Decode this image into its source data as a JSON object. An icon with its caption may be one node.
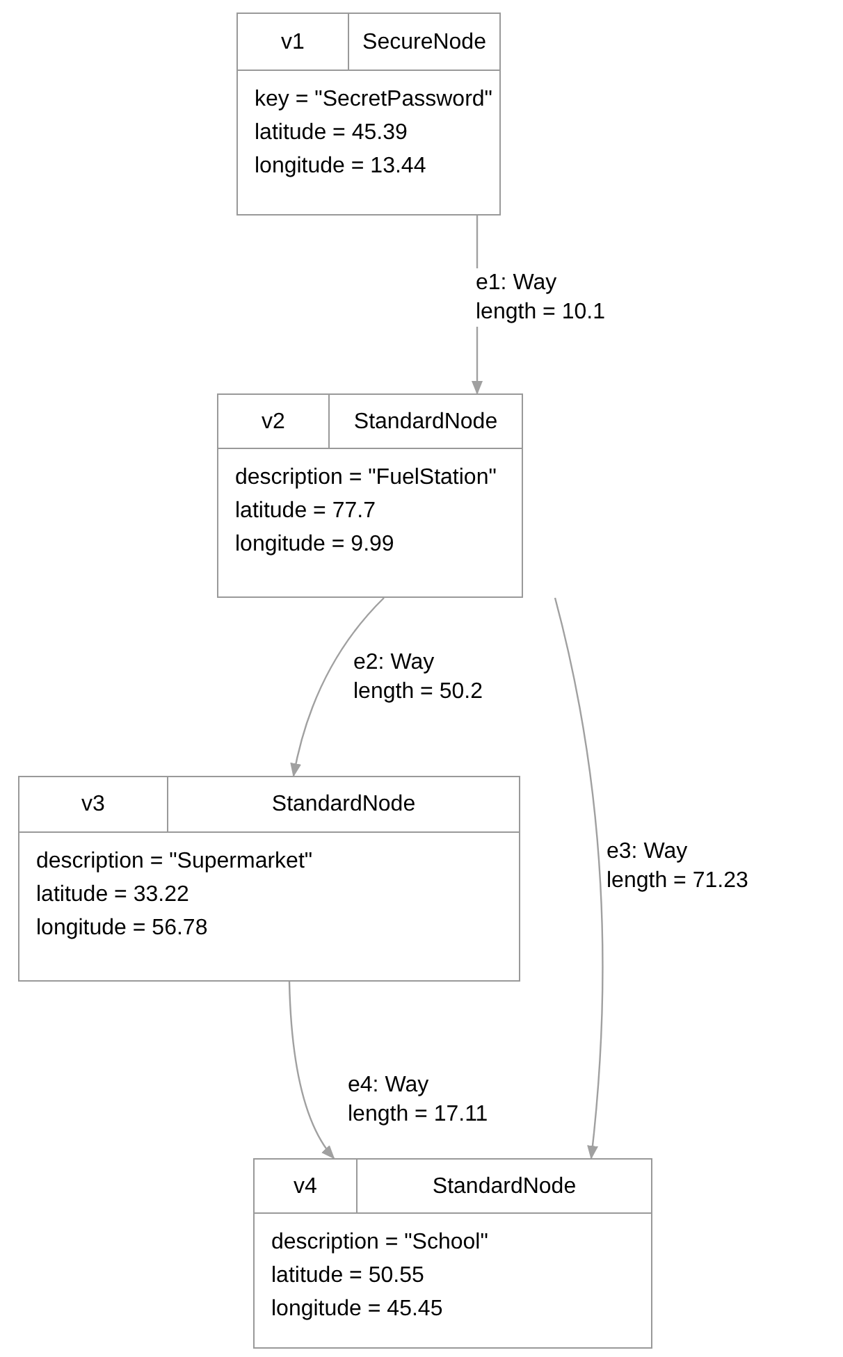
{
  "diagram": {
    "nodes": [
      {
        "text": [
          "v1",
          "SecureNode",
          "key = \"SecretPassword\"",
          "latitude = 45.39",
          "longitude = 13.44"
        ]
      },
      {
        "text": [
          "v2",
          "StandardNode",
          "description = \"FuelStation\"",
          "latitude = 77.7",
          "longitude = 9.99"
        ]
      },
      {
        "text": [
          "v3",
          "StandardNode",
          "description = \"Supermarket\"",
          "latitude = 33.22",
          "longitude = 56.78"
        ]
      },
      {
        "text": [
          "v4",
          "StandardNode",
          "description = \"School\"",
          "latitude = 50.55",
          "longitude = 45.45"
        ]
      }
    ],
    "edges": [
      {
        "from": 0,
        "to": 1,
        "arrow": "to",
        "label": "e1: Way length = 10.1"
      },
      {
        "from": 1,
        "to": 2,
        "arrow": "to",
        "label": "e2: Way length = 50.2"
      },
      {
        "from": 1,
        "to": 3,
        "arrow": "to",
        "label": "e3: Way length = 71.23"
      },
      {
        "from": 2,
        "to": 3,
        "arrow": "to",
        "label": "e4: Way length = 17.11"
      }
    ]
  }
}
